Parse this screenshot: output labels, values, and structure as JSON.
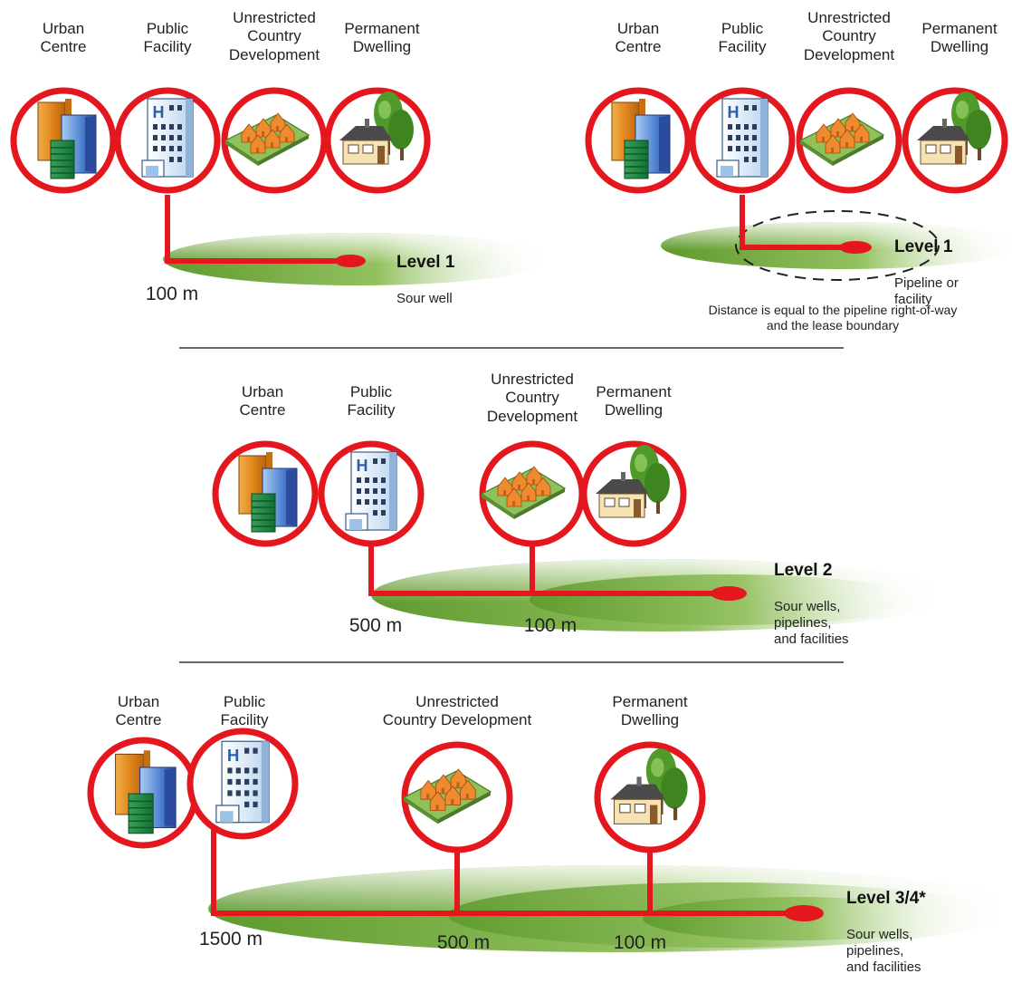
{
  "colors": {
    "ring": "#e4171e",
    "line": "#e4171e",
    "band": "#6fa83a",
    "divider": "#333333"
  },
  "labels": {
    "urban_centre": "Urban\nCentre",
    "public_facility": "Public\nFacility",
    "unrestricted_three_line": "Unrestricted\nCountry\nDevelopment",
    "unrestricted_two_line": "Unrestricted\nCountry Development",
    "permanent_dwelling": "Permanent\nDwelling"
  },
  "icons": [
    "urban-buildings-icon",
    "hospital-icon",
    "housing-development-icon",
    "house-with-trees-icon"
  ],
  "panel1": {
    "level_title": "Level 1",
    "level_desc": "Sour well",
    "distance": "100 m"
  },
  "panel2": {
    "level_title": "Level 1",
    "level_desc": "Pipeline or\nfacility",
    "note": "Distance is equal to the pipeline right-of-way\nand the lease boundary"
  },
  "panel3": {
    "level_title": "Level 2",
    "level_desc": "Sour wells,\npipelines,\nand facilities",
    "distances": [
      "500 m",
      "100 m"
    ]
  },
  "panel4": {
    "level_title": "Level 3/4*",
    "level_desc": "Sour wells,\npipelines,\nand facilities",
    "distances": [
      "1500 m",
      "500 m",
      "100 m"
    ]
  }
}
